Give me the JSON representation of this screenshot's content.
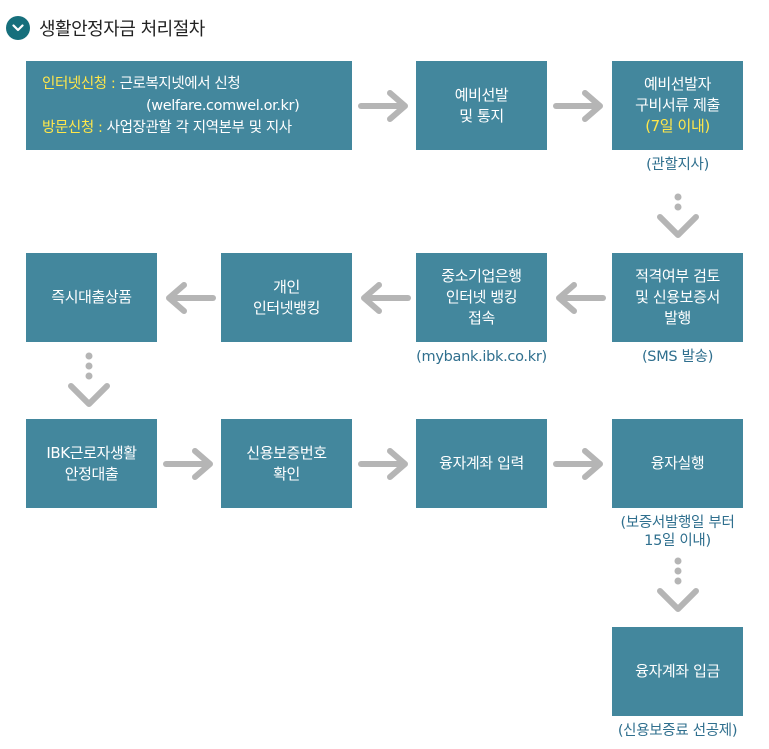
{
  "title": "생활안정자금 처리절차",
  "apply": {
    "online_label": "인터넷신청",
    "online_sep": " : ",
    "online_text": "근로복지넷에서 신청",
    "online_url": "(welfare.comwel.or.kr)",
    "visit_label": "방문신청",
    "visit_sep": " : ",
    "visit_text": "사업장관할 각 지역본부 및 지사"
  },
  "steps": {
    "preselect": [
      "예비선발",
      "및 통지"
    ],
    "documents": [
      "예비선발자",
      "구비서류 제출",
      "(7일 이내)"
    ],
    "documents_note": "(관할지사)",
    "review": [
      "적격여부 검토",
      "및 신용보증서",
      "발행"
    ],
    "review_note": "(SMS 발송)",
    "bank_access": [
      "중소기업은행",
      "인터넷 뱅킹",
      "접속"
    ],
    "bank_note": "(mybank.ibk.co.kr)",
    "personal_banking": [
      "개인",
      "인터넷뱅킹"
    ],
    "instant_loan": "즉시대출상품",
    "ibk_loan": [
      "IBK근로자생활",
      "안정대출"
    ],
    "guarantee_check": [
      "신용보증번호",
      "확인"
    ],
    "account_input": "융자계좌 입력",
    "loan_exec": "융자실행",
    "loan_exec_note": [
      "(보증서발행일 부터",
      "15일 이내)"
    ],
    "deposit": "융자계좌 입금",
    "deposit_note": "(신용보증료 선공제)"
  },
  "colors": {
    "box": "#43879d",
    "highlight": "#ffe74a",
    "arrow": "#b5b5b5",
    "note": "#2f6f8e",
    "icon_bg": "#166f7c"
  }
}
